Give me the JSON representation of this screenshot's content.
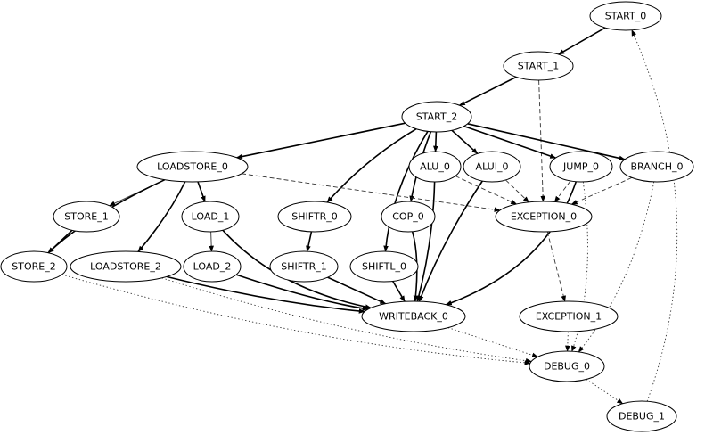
{
  "diagram": {
    "nodes": [
      {
        "id": "START_0",
        "label": "START_0"
      },
      {
        "id": "START_1",
        "label": "START_1"
      },
      {
        "id": "START_2",
        "label": "START_2"
      },
      {
        "id": "LOADSTORE_0",
        "label": "LOADSTORE_0"
      },
      {
        "id": "ALU_0",
        "label": "ALU_0"
      },
      {
        "id": "ALUI_0",
        "label": "ALUI_0"
      },
      {
        "id": "JUMP_0",
        "label": "JUMP_0"
      },
      {
        "id": "BRANCH_0",
        "label": "BRANCH_0"
      },
      {
        "id": "STORE_1",
        "label": "STORE_1"
      },
      {
        "id": "LOAD_1",
        "label": "LOAD_1"
      },
      {
        "id": "SHIFTR_0",
        "label": "SHIFTR_0"
      },
      {
        "id": "COP_0",
        "label": "COP_0"
      },
      {
        "id": "EXCEPTION_0",
        "label": "EXCEPTION_0"
      },
      {
        "id": "STORE_2",
        "label": "STORE_2"
      },
      {
        "id": "LOADSTORE_2",
        "label": "LOADSTORE_2"
      },
      {
        "id": "LOAD_2",
        "label": "LOAD_2"
      },
      {
        "id": "SHIFTR_1",
        "label": "SHIFTR_1"
      },
      {
        "id": "SHIFTL_0",
        "label": "SHIFTL_0"
      },
      {
        "id": "WRITEBACK_0",
        "label": "WRITEBACK_0"
      },
      {
        "id": "EXCEPTION_1",
        "label": "EXCEPTION_1"
      },
      {
        "id": "DEBUG_0",
        "label": "DEBUG_0"
      },
      {
        "id": "DEBUG_1",
        "label": "DEBUG_1"
      }
    ],
    "edges": [
      {
        "from": "START_0",
        "to": "START_1",
        "style": "solid"
      },
      {
        "from": "START_1",
        "to": "START_2",
        "style": "solid"
      },
      {
        "from": "START_1",
        "to": "EXCEPTION_0",
        "style": "dashed"
      },
      {
        "from": "START_2",
        "to": "LOADSTORE_0",
        "style": "solid"
      },
      {
        "from": "START_2",
        "to": "ALU_0",
        "style": "solid"
      },
      {
        "from": "START_2",
        "to": "ALUI_0",
        "style": "solid"
      },
      {
        "from": "START_2",
        "to": "JUMP_0",
        "style": "solid"
      },
      {
        "from": "START_2",
        "to": "BRANCH_0",
        "style": "solid"
      },
      {
        "from": "START_2",
        "to": "SHIFTR_0",
        "style": "solid"
      },
      {
        "from": "START_2",
        "to": "COP_0",
        "style": "solid"
      },
      {
        "from": "START_2",
        "to": "SHIFTL_0",
        "style": "solid"
      },
      {
        "from": "LOADSTORE_0",
        "to": "STORE_1",
        "style": "thin"
      },
      {
        "from": "LOADSTORE_0",
        "to": "LOAD_1",
        "style": "solid"
      },
      {
        "from": "LOADSTORE_0",
        "to": "STORE_2",
        "style": "solid"
      },
      {
        "from": "LOADSTORE_0",
        "to": "LOADSTORE_2",
        "style": "solid"
      },
      {
        "from": "LOADSTORE_0",
        "to": "EXCEPTION_0",
        "style": "dashed"
      },
      {
        "from": "STORE_1",
        "to": "STORE_2",
        "style": "solid"
      },
      {
        "from": "LOAD_1",
        "to": "LOAD_2",
        "style": "thin"
      },
      {
        "from": "LOAD_1",
        "to": "WRITEBACK_0",
        "style": "solid"
      },
      {
        "from": "SHIFTR_0",
        "to": "SHIFTR_1",
        "style": "solid"
      },
      {
        "from": "ALU_0",
        "to": "EXCEPTION_0",
        "style": "dashed"
      },
      {
        "from": "ALUI_0",
        "to": "EXCEPTION_0",
        "style": "dashed"
      },
      {
        "from": "JUMP_0",
        "to": "EXCEPTION_0",
        "style": "dashed"
      },
      {
        "from": "BRANCH_0",
        "to": "EXCEPTION_0",
        "style": "dashed"
      },
      {
        "from": "ALU_0",
        "to": "WRITEBACK_0",
        "style": "solid"
      },
      {
        "from": "ALUI_0",
        "to": "WRITEBACK_0",
        "style": "solid"
      },
      {
        "from": "JUMP_0",
        "to": "WRITEBACK_0",
        "style": "solid"
      },
      {
        "from": "COP_0",
        "to": "WRITEBACK_0",
        "style": "solid"
      },
      {
        "from": "SHIFTL_0",
        "to": "WRITEBACK_0",
        "style": "solid"
      },
      {
        "from": "SHIFTR_1",
        "to": "WRITEBACK_0",
        "style": "solid"
      },
      {
        "from": "LOAD_2",
        "to": "WRITEBACK_0",
        "style": "solid"
      },
      {
        "from": "LOADSTORE_2",
        "to": "WRITEBACK_0",
        "style": "solid"
      },
      {
        "from": "EXCEPTION_0",
        "to": "EXCEPTION_1",
        "style": "dashed"
      },
      {
        "from": "EXCEPTION_1",
        "to": "DEBUG_0",
        "style": "dotted"
      },
      {
        "from": "STORE_2",
        "to": "DEBUG_0",
        "style": "dotted"
      },
      {
        "from": "LOADSTORE_2",
        "to": "DEBUG_0",
        "style": "dotted"
      },
      {
        "from": "WRITEBACK_0",
        "to": "DEBUG_0",
        "style": "dotted"
      },
      {
        "from": "JUMP_0",
        "to": "DEBUG_0",
        "style": "dotted"
      },
      {
        "from": "BRANCH_0",
        "to": "DEBUG_0",
        "style": "dotted"
      },
      {
        "from": "DEBUG_0",
        "to": "DEBUG_1",
        "style": "dotted"
      },
      {
        "from": "DEBUG_1",
        "to": "START_0",
        "style": "dotted"
      }
    ]
  }
}
